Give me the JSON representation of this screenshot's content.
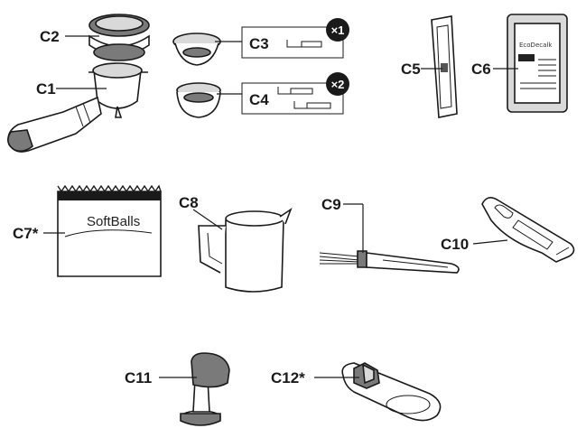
{
  "labels": {
    "c1": "C1",
    "c2": "C2",
    "c3": "C3",
    "c4": "C4",
    "c5": "C5",
    "c6": "C6",
    "c7": "C7*",
    "c8": "C8",
    "c9": "C9",
    "c10": "C10",
    "c11": "C11",
    "c12": "C12*"
  },
  "badges": {
    "c3": "×1",
    "c4": "×2"
  },
  "package_c7_brand": "SoftBalls",
  "package_c6_brand": "EcoDecalk"
}
